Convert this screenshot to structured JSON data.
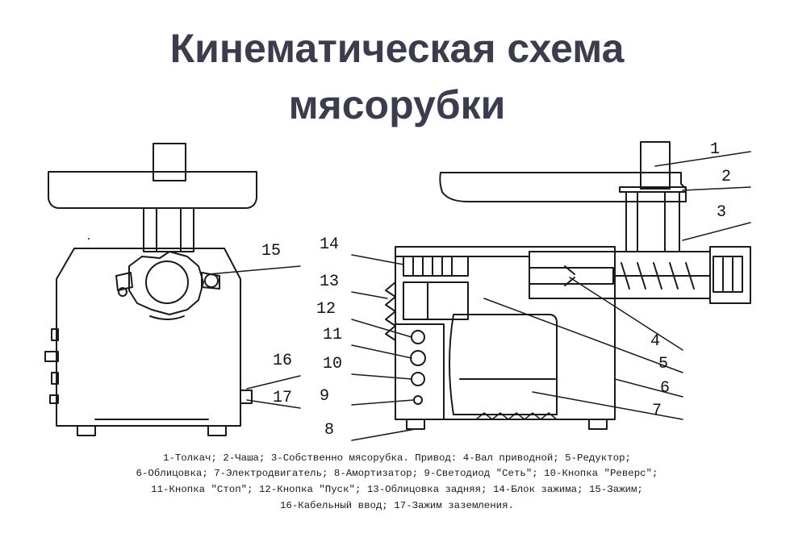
{
  "title": {
    "line1": "Кинематическая схема",
    "line2": "мясорубки"
  },
  "callouts": {
    "n1": "1",
    "n2": "2",
    "n3": "3",
    "n4": "4",
    "n5": "5",
    "n6": "6",
    "n7": "7",
    "n8": "8",
    "n9": "9",
    "n10": "10",
    "n11": "11",
    "n12": "12",
    "n13": "13",
    "n14": "14",
    "n15": "15",
    "n16": "16",
    "n17": "17"
  },
  "legend": {
    "line1": "1-Толкач; 2-Чаша; 3-Собственно мясорубка. Привод: 4-Вал приводной; 5-Редуктор;",
    "line2": "6-Облицовка; 7-Электродвигатель; 8-Амортизатор; 9-Светодиод \"Сеть\"; 10-Кнопка \"Реверс\";",
    "line3": "11-Кнопка \"Стоп\"; 12-Кнопка \"Пуск\"; 13-Облицовка задняя; 14-Блок зажима; 15-Зажим;",
    "line4": "16-Кабельный ввод; 17-Зажим заземления."
  },
  "colors": {
    "title": "#3b3d4e",
    "ink": "#1a1a1a",
    "background": "#ffffff"
  }
}
